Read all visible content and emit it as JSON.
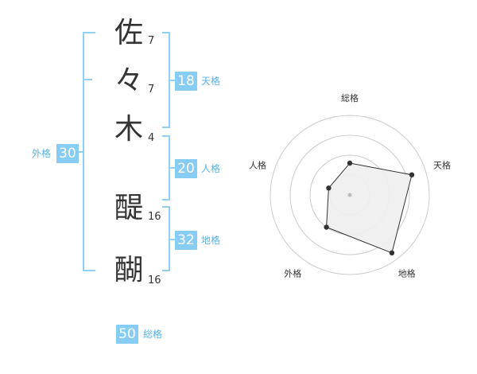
{
  "characters": [
    {
      "char": "佐",
      "strokes": "7"
    },
    {
      "char": "々",
      "strokes": "7"
    },
    {
      "char": "木",
      "strokes": "4"
    },
    {
      "char": "醍",
      "strokes": "16"
    },
    {
      "char": "醐",
      "strokes": "16"
    }
  ],
  "kaku": {
    "tenkaku": {
      "value": "18",
      "label": "天格"
    },
    "jinkaku": {
      "value": "20",
      "label": "人格"
    },
    "chikaku": {
      "value": "32",
      "label": "地格"
    },
    "gaikaku": {
      "value": "30",
      "label": "外格"
    },
    "soukaku": {
      "value": "50",
      "label": "総格"
    }
  },
  "chart_data": {
    "type": "radar",
    "axes": [
      "総格",
      "天格",
      "地格",
      "外格",
      "人格"
    ],
    "values": [
      0.4,
      0.82,
      0.9,
      0.5,
      0.28
    ],
    "rings": 4,
    "colors": {
      "line": "#333333",
      "fill": "#eeeeee",
      "ring": "#cccccc"
    }
  }
}
